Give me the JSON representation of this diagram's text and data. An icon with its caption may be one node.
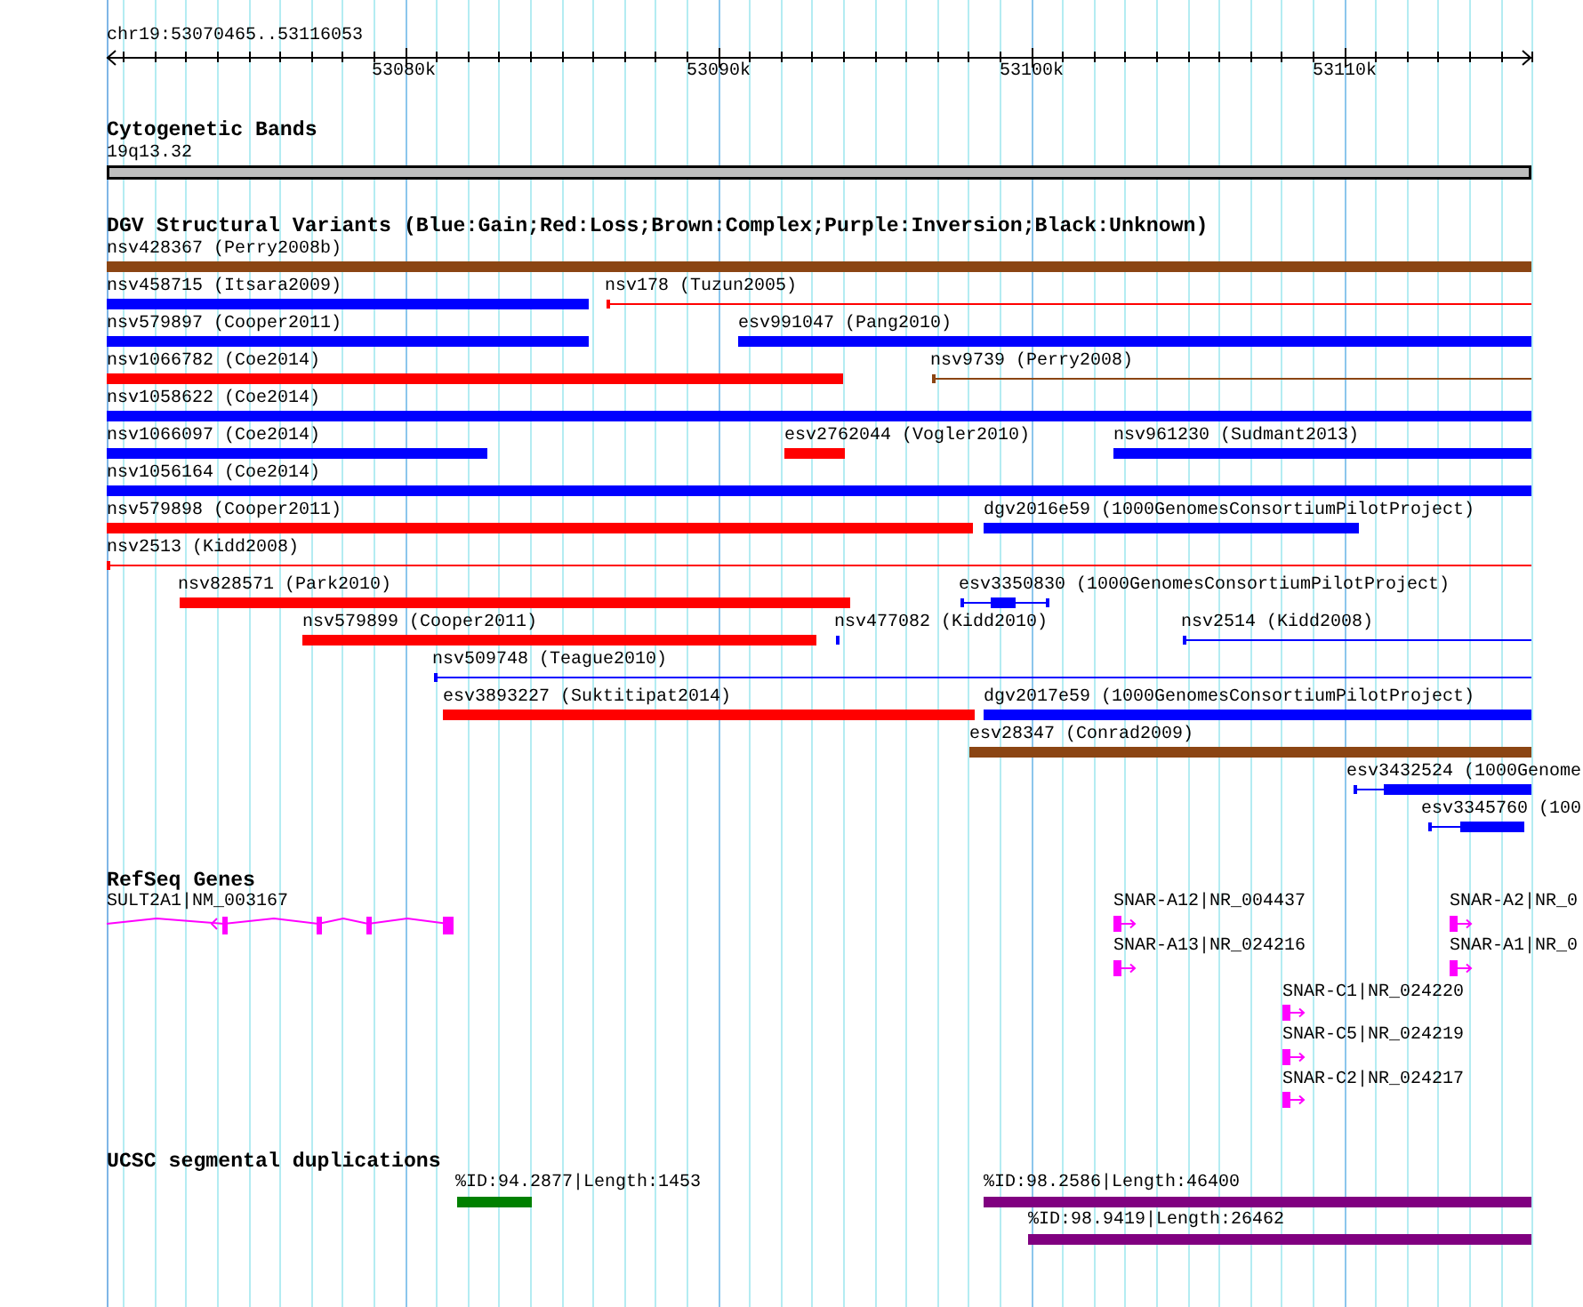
{
  "diagram": {
    "nodes": [
      {
        "text": [
          "19q13.32"
        ]
      },
      {
        "text": [
          "nsv428367 (Perry2008b)"
        ]
      },
      {
        "text": [
          "nsv458715 (Itsara2009)"
        ]
      },
      {
        "text": [
          "nsv178 (Tuzun2005)"
        ]
      },
      {
        "text": [
          "nsv579897 (Cooper2011)"
        ]
      },
      {
        "text": [
          "esv991047 (Pang2010)"
        ]
      },
      {
        "text": [
          "nsv1066782 (Coe2014)"
        ]
      },
      {
        "text": [
          "nsv9739 (Perry2008)"
        ]
      },
      {
        "text": [
          "nsv1058622 (Coe2014)"
        ]
      },
      {
        "text": [
          "nsv1066097 (Coe2014)"
        ]
      },
      {
        "text": [
          "esv2762044 (Vogler2010)"
        ]
      },
      {
        "text": [
          "nsv961230 (Sudmant2013)"
        ]
      },
      {
        "text": [
          "nsv1056164 (Coe2014)"
        ]
      },
      {
        "text": [
          "nsv579898 (Cooper2011)"
        ]
      },
      {
        "text": [
          "dgv2016e59 (1000GenomesConsortiumPilotProject)"
        ]
      },
      {
        "text": [
          "nsv2513 (Kidd2008)"
        ]
      },
      {
        "text": [
          "nsv828571 (Park2010)"
        ]
      },
      {
        "text": [
          "esv3350830 (1000GenomesConsortiumPilotProject)"
        ]
      },
      {
        "text": [
          "nsv579899 (Cooper2011)"
        ]
      },
      {
        "text": [
          "nsv477082 (Kidd2010)"
        ]
      },
      {
        "text": [
          "nsv2514 (Kidd2008)"
        ]
      },
      {
        "text": [
          "nsv509748 (Teague2010)"
        ]
      },
      {
        "text": [
          "esv3893227 (Suktitipat2014)"
        ]
      },
      {
        "text": [
          "dgv2017e59 (1000GenomesConsortiumPilotProject)"
        ]
      },
      {
        "text": [
          "esv28347 (Conrad2009)"
        ]
      },
      {
        "text": [
          "esv3432524 (1000Genome"
        ]
      },
      {
        "text": [
          "esv3345760 (100"
        ]
      },
      {
        "text": [
          "SULT2A1|NM_003167"
        ]
      },
      {
        "text": [
          "SNAR-A12|NR_004437"
        ]
      },
      {
        "text": [
          "SNAR-A2|NR_0"
        ]
      },
      {
        "text": [
          "SNAR-A13|NR_024216"
        ]
      },
      {
        "text": [
          "SNAR-A1|NR_0"
        ]
      },
      {
        "text": [
          "SNAR-C1|NR_024220"
        ]
      },
      {
        "text": [
          "SNAR-C5|NR_024219"
        ]
      },
      {
        "text": [
          "SNAR-C2|NR_024217"
        ]
      },
      {
        "text": [
          "%ID:94.2877|Length:1453"
        ]
      },
      {
        "text": [
          "%ID:98.2586|Length:46400"
        ]
      },
      {
        "text": [
          "%ID:98.9419|Length:26462"
        ]
      }
    ],
    "labels": [
      "chr19:53070465..53116053",
      "53080k",
      "53090k",
      "53100k",
      "53110k",
      "Cytogenetic Bands",
      "DGV Structural Variants (Blue:Gain;Red:Loss;Brown:Complex;Purple:Inversion;Black:Unknown)",
      "RefSeq Genes",
      "UCSC segmental duplications"
    ]
  }
}
